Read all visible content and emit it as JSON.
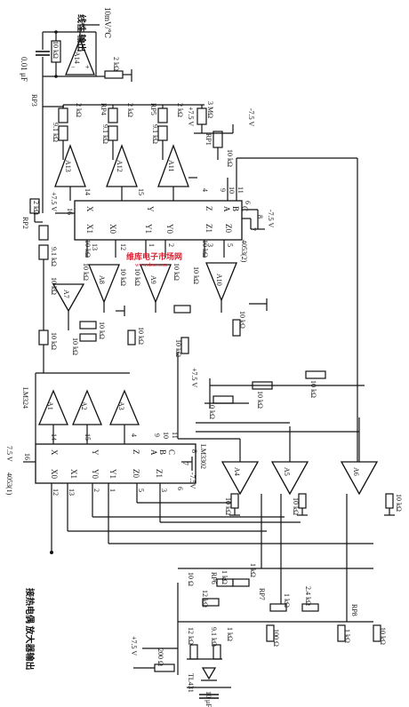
{
  "labels": {
    "linear_output": "线性\n输出",
    "sensitivity": "10mV/℃",
    "cap_top": "0.01 μF",
    "thermocouple_input": "接热电偶\n放大器输出",
    "ic_mux1": "4053(1)",
    "ic_mux2": "4053(2)",
    "ic_lm324": "LM324",
    "ic_lm3302": "LM3302",
    "ic_tl431": "TL431",
    "plus_75v": "+7.5 V",
    "minus_75v": "-7.5 V",
    "plus_75v_b": "+7.5 V",
    "minus_75v_b": "-7.5 V",
    "plus_75v_c": "+7.5 V",
    "plus_75v_d": "+7.5 V",
    "plus_75v_e": "+7.5 V",
    "minus_75v_c": "-7.5V",
    "minus_75v_d": "-7.5 V",
    "seven_5v": "7.5 V"
  },
  "amps": [
    "A14",
    "A13",
    "A12",
    "A11",
    "A8",
    "A9",
    "A10",
    "A7",
    "A6",
    "A5",
    "A4",
    "A3",
    "A2",
    "A1"
  ],
  "amp_labels": {
    "a14": "A14",
    "a13": "A13",
    "a12": "A12",
    "a11": "A11",
    "a7": "A7",
    "a8": "A8",
    "a9": "A9",
    "a10": "A10",
    "a1": "A1",
    "a2": "A2",
    "a3": "A3",
    "a4": "A4",
    "a5": "A5",
    "a6": "A6"
  },
  "resistors": {
    "r_10k_top": "10 kΩ",
    "r_2k_top": "2 kΩ",
    "rp3": "RP3",
    "rp4": "RP4",
    "rp5": "RP5",
    "rp2": "RP2",
    "rp1": "RP1",
    "r_2k_a": "2 kΩ",
    "r_2k_b": "2 kΩ",
    "r_2k_c": "2 kΩ",
    "r_3m": "3 MΩ",
    "r_91k_a": "9.1 kΩ",
    "r_91k_b": "9.1 kΩ",
    "r_91k_c": "9.1 kΩ",
    "r_10k_rp1": "10 kΩ",
    "r_2k_rp2": "2 kΩ",
    "r_91k_d": "9.1 kΩ",
    "r_10k_1": "10 kΩ",
    "r_10k_2": "10 kΩ",
    "r_10k_3": "10 kΩ",
    "r_10k_4": "10 kΩ",
    "r_10k_5": "10 kΩ",
    "r_10k_6": "10 kΩ",
    "r_10k_7": "10 kΩ",
    "r_10k_8": "10 kΩ",
    "r_10k_9": "10 kΩ",
    "r_10k_10": "10 kΩ",
    "r_10k_11": "10 kΩ",
    "r_10k_12": "10 kΩ",
    "r_10k_13": "10 kΩ",
    "r_10k_14": "10 kΩ",
    "r_10k_15": "10 kΩ",
    "r_10k_16": "10 kΩ",
    "r_10k_17": "10 kΩ",
    "r_10k_18": "10 kΩ",
    "r_10k_19": "10 kΩ",
    "r_10k_20": "10 kΩ",
    "r_10k_21": "10 kΩ",
    "rp6": "RP6",
    "rp7": "RP7",
    "rp8": "RP8",
    "r_10_a": "10 Ω",
    "r_12k": "12 kΩ",
    "r_1k_a": "1 kΩ",
    "r_1k_b": "1 kΩ",
    "r_1k_c": "1 kΩ",
    "r_24k": "2.4 kΩ",
    "r_100": "100 Ω",
    "r_1k_rp8": "1 kΩ",
    "r_10k_rp8": "10 kΩ",
    "r_200": "200 Ω",
    "r_12k_b": "12 kΩ",
    "r_91k_e": "9.1 kΩ",
    "r_1k_top": "1 kΩ",
    "cap_10uf": "10 μF"
  },
  "pins": {
    "p16": "16",
    "p14": "14",
    "p15": "15",
    "p9": "9",
    "p4": "4",
    "p10": "10",
    "p11": "11",
    "p7": "7",
    "p8": "8",
    "p12": "12",
    "p13": "13",
    "p1": "1",
    "p2": "2",
    "p3": "3",
    "p5": "5",
    "p6": "6",
    "p9b": "9",
    "p10b": "10",
    "p11b": "11",
    "p14b": "14",
    "p15b": "15",
    "p16b": "16",
    "p4b": "4",
    "p7b": "7",
    "p8b": "8",
    "p13b": "13",
    "p12b": "12",
    "p1b": "1",
    "p2b": "2",
    "p3b": "3",
    "p5b": "5",
    "p6b": "6",
    "p4c": "4",
    "p10c": "10",
    "p11c": "11"
  },
  "mux_pins": {
    "x": "X",
    "y": "Y",
    "z": "Z",
    "a": "A",
    "b": "B",
    "c": "C",
    "x0": "X0",
    "x1": "X1",
    "y0": "Y0",
    "y1": "Y1",
    "z0": "Z0",
    "z1": "Z1",
    "x_b": "X",
    "y_b": "Y",
    "z_b": "Z",
    "a_b": "A",
    "b_b": "B",
    "c_b": "C",
    "x0_b": "X0",
    "x1_b": "X1",
    "y0_b": "Y0",
    "y1_b": "Y1",
    "z0_b": "Z0",
    "z1_b": "Z1"
  },
  "watermark": {
    "main": "维库电子市场网",
    "sub": "www.dzsc.com"
  }
}
